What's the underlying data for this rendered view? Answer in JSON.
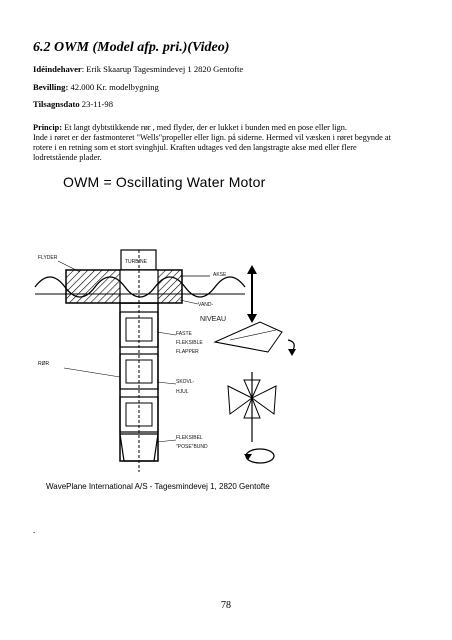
{
  "heading": "6.2  OWM  (Model afp. pri.)(Video)",
  "idea_owner": {
    "label": "Idéindehaver",
    "value": ": Erik Skaarup Tagesmindevej 1 2820 Gentofte"
  },
  "grant": {
    "label": "Bevilling:",
    "value": " 42.000 Kr. modelbygning"
  },
  "approval": {
    "label": "Tilsagnsdato",
    "value": " 23-11-98"
  },
  "principle": {
    "label": "Princip:",
    "lines": [
      " Et langt dybtstikkende rør , med flyder, der er lukket i bunden med en pose eller lign.",
      "Inde i røret er der fastmonteret \"Wells\"propeller eller lign. på siderne. Hermed vil væsken i røret begynde at",
      "rotere i en retning som et stort svinghjul. Kraften udtages ved den langstragte akse med eller flere",
      "lodretstående plader."
    ]
  },
  "figure": {
    "title": "OWM = Oscillating Water Motor",
    "labels": {
      "float": "FLYDER",
      "turbine": "TURBINE",
      "axis": "AKSE",
      "water": "VAND-",
      "level": "NIVEAU",
      "fixed": "FASTE",
      "flexible": "FLEKSIBLE",
      "flaps": "FLAPPER",
      "pipe": "RØR",
      "flywheel_1": "SKOVL-",
      "flywheel_2": "HJUL",
      "flexible_2": "FLEKSIBEL",
      "bag_bottom": "\"POSE\"BUND"
    },
    "credit": "WavePlane International A/S - Tagesmindevej 1,  2820 Gentofte"
  },
  "stray_mark": ".",
  "page_number": "78"
}
